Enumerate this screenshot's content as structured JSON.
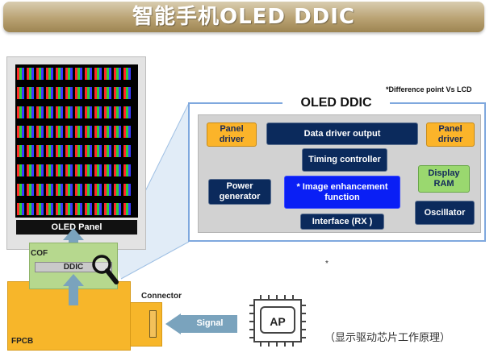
{
  "title": "智能手机OLED DDIC",
  "panel": {
    "label": "OLED Panel",
    "subpixel_colors": [
      "#ff2a2a",
      "#28d238",
      "#3a3aff"
    ]
  },
  "cof": {
    "label": "COF",
    "chip_label": "DDIC"
  },
  "fpcb": {
    "label": "FPCB",
    "connector_label": "Connector"
  },
  "signal": {
    "label": "Signal"
  },
  "ap": {
    "label": "AP"
  },
  "ddic": {
    "title": "OLED DDIC",
    "note": "*Difference point Vs LCD",
    "blocks": {
      "panel_driver_left": "Panel driver",
      "data_driver_output": "Data driver output",
      "panel_driver_right": "Panel driver",
      "timing_controller": "Timing controller",
      "power_generator": "Power generator",
      "image_enhancement": "* Image enhancement function",
      "display_ram": "Display RAM",
      "interface": "Interface (RX )",
      "oscillator": "Oscillator"
    }
  },
  "footnote_mark": "*",
  "caption": "（显示驱动芯片工作原理）",
  "colors": {
    "navy_block": "#0b2a5c",
    "orange_block": "#fbb42a",
    "green_block": "#9ad86f",
    "blue_block": "#0a1ff5",
    "fpcb": "#f7b62a",
    "cof": "#b6d88e",
    "arrow": "#7aa3bd",
    "frame_border": "#7fa8de"
  }
}
